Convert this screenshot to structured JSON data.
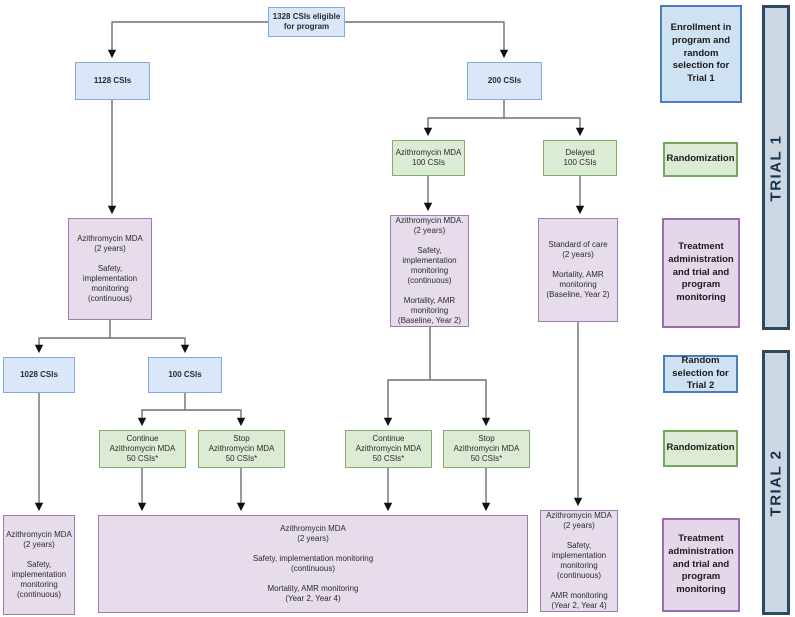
{
  "diagram": {
    "nodes": {
      "eligible": "1328 CSIs eligible\nfor program",
      "csi1128": "1128 CSIs",
      "csi200": "200 CSIs",
      "azmda100": "Azithromycin MDA\n100 CSIs",
      "delayed100": "Delayed\n100 CSIs",
      "t1_left_treatment": "Azithromycin MDA\n(2 years)\n\nSafety, implementation\nmonitoring\n(continuous)",
      "t1_mid_treatment": "Azithromycin MDA.\n(2 years)\n\nSafety, implementation\nmonitoring\n(continuous)\n\nMortality, AMR\nmonitoring\n(Baseline, Year 2)",
      "t1_right_treatment": "Standard of care\n(2 years)\n\nMortality, AMR\nmonitoring\n(Baseline, Year 2)",
      "csi1028": "1028 CSIs",
      "csi100": "100 CSIs",
      "continue_a": "Continue\nAzithromycin MDA\n50 CSIs*",
      "stop_a": "Stop\nAzithromycin MDA\n50 CSIs*",
      "continue_b": "Continue\nAzithromycin MDA\n50 CSIs*",
      "stop_b": "Stop\nAzithromycin MDA\n50 CSIs*",
      "t2_left_treatment": "Azithromycin MDA\n(2 years)\n\nSafety,\nimplementation\nmonitoring\n(continuous)",
      "t2_mid_treatment": "Azithromycin MDA\n(2 years)\n\nSafety, implementation monitoring\n(continuous)\n\nMortality, AMR monitoring\n(Year 2, Year 4)",
      "t2_right_treatment": "Azithromycin MDA\n(2 years)\n\nSafety,\nimplementation\nmonitoring\n(continuous)\n\nAMR monitoring\n(Year 2, Year 4)"
    },
    "legend": {
      "enrollment_trial1": "Enrollment in\nprogram and\nrandom\nselection for\nTrial 1",
      "randomization_1": "Randomization",
      "treatment_1": "Treatment\nadministration\nand trial and\nprogram\nmonitoring",
      "random_selection_trial2": "Random\nselection for\nTrial 2",
      "randomization_2": "Randomization",
      "treatment_2": "Treatment\nadministration\nand trial and\nprogram\nmonitoring"
    },
    "bars": {
      "trial1": "TRIAL 1",
      "trial2": "TRIAL 2"
    },
    "colors": {
      "blue_fill": "#d9e7f8",
      "blue_border": "#85abda",
      "green_fill": "#dcebd3",
      "green_border": "#86ac6d",
      "purple_fill": "#e6dcec",
      "purple_border": "#9f7bae",
      "legend_blue_fill": "#cfe2f3",
      "legend_blue_border": "#4a7ebb",
      "bar_fill": "#ccd7e1",
      "bar_border": "#2b4a63",
      "bar_text": "#16324c",
      "line": "#6e6e6e",
      "arrow": "#111111"
    }
  }
}
